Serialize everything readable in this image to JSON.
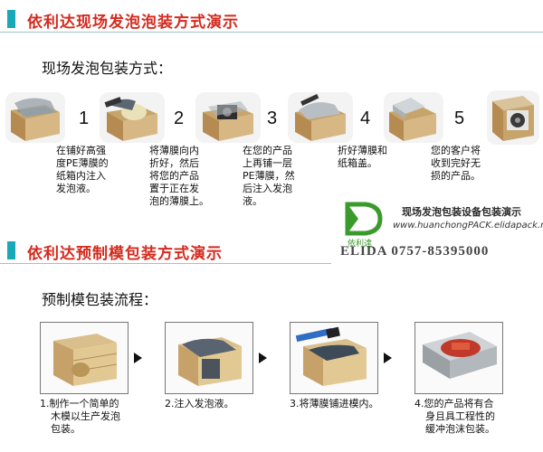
{
  "section1": {
    "title": "依利达现场发泡泡装方式演示",
    "subhead": "现场发泡包装方式：",
    "steps": [
      {
        "num": "1",
        "lines": [
          "在铺好高强",
          "度PE薄膜的",
          "纸箱内注入",
          "发泡液。"
        ]
      },
      {
        "num": "2",
        "lines": [
          "将薄膜向内",
          "折好，然后",
          "将您的产品",
          "置于正在发",
          "泡的薄膜上。"
        ]
      },
      {
        "num": "3",
        "lines": [
          "在您的产品",
          "上再铺一层",
          "PE薄膜，然",
          "后注入发泡",
          "液。"
        ]
      },
      {
        "num": "4",
        "lines": [
          "折好薄膜和",
          "纸箱盖。"
        ]
      },
      {
        "num": "5",
        "lines": [
          "您的客户将",
          "收到完好无",
          "损的产品。"
        ]
      }
    ]
  },
  "brand": {
    "name_cn": "依利達",
    "tagline": "现场发泡包装设备包装演示",
    "url": "www.huanchongPACK.elidapack.net",
    "phone_line": "ELIDA 0757-85395000",
    "logo_color": "#3b9a2c"
  },
  "section2": {
    "title": "依利达预制模包装方式演示",
    "subhead": "预制模包装流程：",
    "steps": [
      {
        "lines": [
          "1.制作一个简单的",
          "木模以生产发泡",
          "包装。"
        ]
      },
      {
        "lines": [
          "2.注入发泡液。"
        ]
      },
      {
        "lines": [
          "3.将薄膜铺进模内。"
        ]
      },
      {
        "lines": [
          "4.您的产品将有合",
          "身且具工程性的",
          "缓冲泡沫包装。"
        ]
      }
    ]
  },
  "colors": {
    "title_red": "#d42a1e",
    "accent_teal": "#18a8b8"
  }
}
